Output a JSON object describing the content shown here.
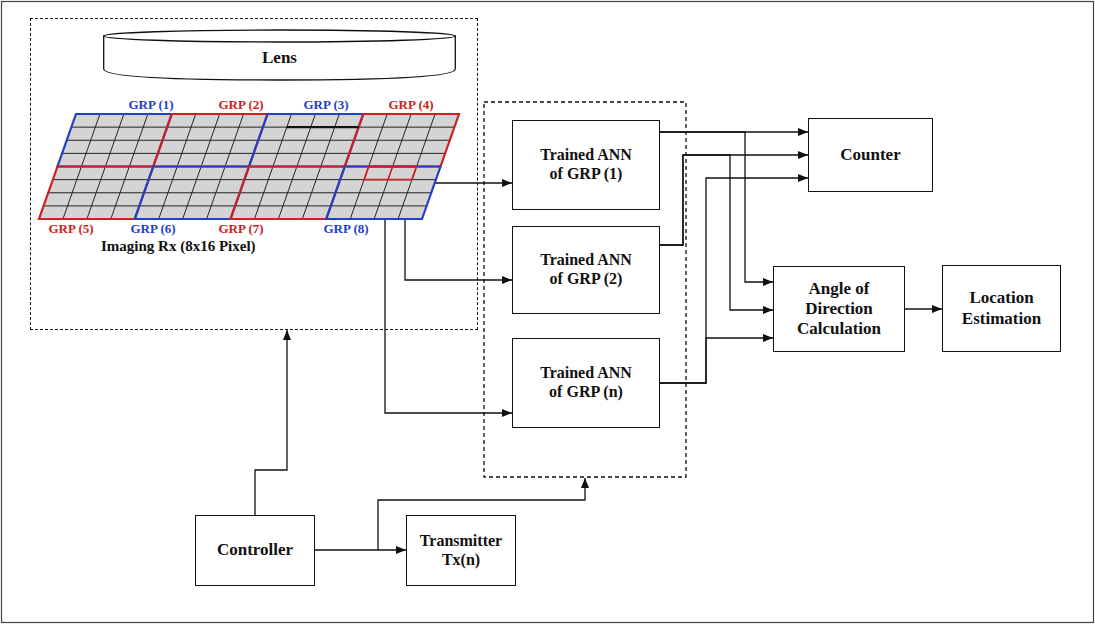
{
  "diagram": {
    "nodes": [
      {
        "text": [
          "Imaging Rx (8x16 Pixel)"
        ]
      },
      {
        "text": [
          "Lens"
        ],
        "in": 0
      },
      {
        "text": [
          "GRP (1)",
          "GRP (2)",
          "GRP (3)",
          "GRP (4)",
          "GRP (5)",
          "GRP (6)",
          "GRP (7)",
          "GRP (8)"
        ],
        "in": 0
      },
      {
        "text": [
          "Trained ANN of GRP (1)"
        ]
      },
      {
        "text": [
          "Trained ANN of GRP (2)"
        ]
      },
      {
        "text": [
          "Trained ANN of GRP (n)"
        ]
      },
      {
        "text": [
          "Counter"
        ]
      },
      {
        "text": [
          "Angle of Direction Calculation"
        ]
      },
      {
        "text": [
          "Location Estimation"
        ]
      },
      {
        "text": [
          "Controller"
        ]
      },
      {
        "text": [
          "Transmitter Tx(n)"
        ]
      }
    ],
    "edges": [
      {
        "from": 2,
        "to": 3,
        "arrow": "to"
      },
      {
        "from": 2,
        "to": 4,
        "arrow": "to"
      },
      {
        "from": 2,
        "to": 5,
        "arrow": "to"
      },
      {
        "from": 3,
        "to": 6,
        "arrow": "to"
      },
      {
        "from": 4,
        "to": 6,
        "arrow": "to"
      },
      {
        "from": 5,
        "to": 6,
        "arrow": "to"
      },
      {
        "from": 3,
        "to": 7,
        "arrow": "to"
      },
      {
        "from": 4,
        "to": 7,
        "arrow": "to"
      },
      {
        "from": 5,
        "to": 7,
        "arrow": "to"
      },
      {
        "from": 7,
        "to": 8,
        "arrow": "to"
      },
      {
        "from": 9,
        "to": 0,
        "arrow": "to"
      },
      {
        "from": 9,
        "to": 10,
        "arrow": "to"
      }
    ]
  }
}
